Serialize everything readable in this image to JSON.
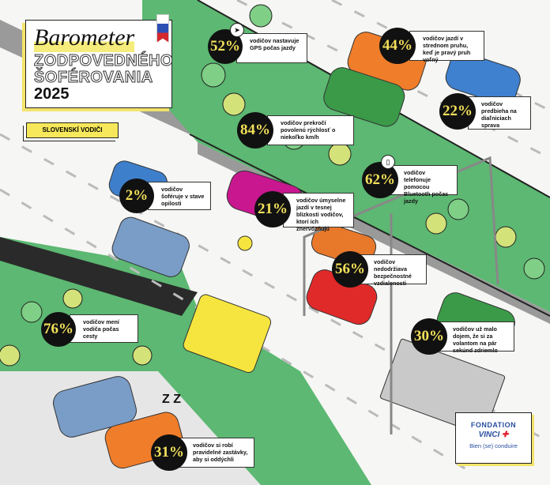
{
  "title": {
    "script": "Barometer",
    "line1": "ZODPOVEDNÉHO",
    "line2": "ŠOFÉROVANIA",
    "year": "2025"
  },
  "tag": "SLOVENSKÍ VODIČI",
  "stats": [
    {
      "value": "52%",
      "text": "vodičov nastavuje GPS počas jazdy",
      "icon": "gps-arrow-icon"
    },
    {
      "value": "44%",
      "text": "vodičov jazdí v strednom pruhu, keď je pravý pruh voľný"
    },
    {
      "value": "84%",
      "text": "vodičov prekročí povolenú rýchlosť o niekoľko km/h"
    },
    {
      "value": "22%",
      "text": "vodičov predbieha na diaľniciach sprava"
    },
    {
      "value": "62%",
      "text": "vodičov telefonuje pomocou Bluetooth počas jazdy",
      "icon": "phone-icon"
    },
    {
      "value": "2%",
      "text": "vodičov šoféruje v stave opilosti"
    },
    {
      "value": "21%",
      "text": "vodičov úmyselne jazdí v tesnej blízkosti vodičov, ktorí ich znervózňujú"
    },
    {
      "value": "56%",
      "text": "vodičov nedodržiava bezpečnostné vzdialenosti"
    },
    {
      "value": "76%",
      "text": "vodičov mení vodiča počas cesty"
    },
    {
      "value": "30%",
      "text": "vodičov už malo dojem, že si za volantom na pár sekúnd zdriemlo"
    },
    {
      "value": "31%",
      "text": "vodičov si robí pravidelné zastávky, aby si oddýchli"
    }
  ],
  "logo": {
    "line1": "FONDATION",
    "brand": "VINCI",
    "line3": "Bien (se) conduire"
  },
  "colors": {
    "green": "#5cb872",
    "yellow": "#f2e05a",
    "grey": "#9a9a9a"
  }
}
